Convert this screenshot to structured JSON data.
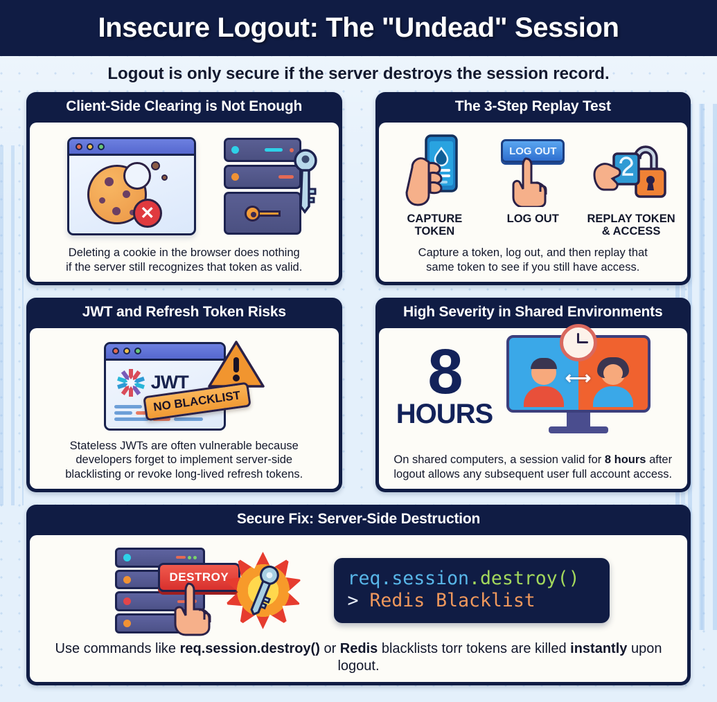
{
  "header": {
    "title": "Insecure Logout: The \"Undead\" Session",
    "subtitle": "Logout is only secure if the server destroys the session record.",
    "bar_color": "#101c44",
    "page_bg": "#e4f0fb"
  },
  "cards": [
    {
      "id": "client-side-clearing",
      "title": "Client-Side Clearing is Not Enough",
      "caption_line1": "Deleting a cookie in the browser does nothing",
      "caption_line2": "if the server still recognizes that token as valid.",
      "icons": [
        "browser-cookie-deleted-icon",
        "server-rack-keys-icon"
      ]
    },
    {
      "id": "replay-test",
      "title": "The 3-Step Replay Test",
      "caption_line1": "Capture a token, log out, and then replay that",
      "caption_line2": "same token to see if you still have access.",
      "steps": [
        {
          "label_line1": "CAPTURE",
          "label_line2": "TOKEN",
          "icon": "hand-holding-phone-icon"
        },
        {
          "label_line1": "LOG OUT",
          "label_line2": "",
          "icon": "logout-button-click-icon",
          "button_label": "LOG OUT"
        },
        {
          "label_line1": "REPLAY TOKEN",
          "label_line2": "& ACCESS",
          "icon": "hand-keycard-unlocked-padlock-icon"
        }
      ]
    },
    {
      "id": "jwt-refresh-risks",
      "title": "JWT and Refresh Token Risks",
      "jwt_label": "JWT",
      "badge_label": "NO BLACKLIST",
      "warning_glyph": "!",
      "caption_line1": "Stateless JWTs are often vulnerable because",
      "caption_line2": "developers forget to implement server-side",
      "caption_line3": "blacklisting or revoke long-lived refresh tokens."
    },
    {
      "id": "shared-environments",
      "title": "High Severity in Shared Environments",
      "stat_number": "8",
      "stat_unit": "HOURS",
      "caption_prefix": "On shared computers, a session valid for ",
      "caption_bold1": "8 hours",
      "caption_mid": " after logout allows any subsequent user full account access.",
      "icon": "monitor-two-users-clock-icon"
    },
    {
      "id": "secure-fix",
      "title": "Secure Fix: Server-Side Destruction",
      "destroy_button_label": "DESTROY",
      "code": {
        "line1_part1": "req.session",
        "line1_part2": ".destroy()",
        "line2_prompt": ">",
        "line2_text": "Redis Blacklist",
        "color_blue": "#58b6e8",
        "color_green": "#a3d85c",
        "color_orange": "#f0985c",
        "bg": "#101c44"
      },
      "caption_p1": "Use commands like ",
      "caption_b1": "req.session.destroy()",
      "caption_p2": " or ",
      "caption_b2": "Redis",
      "caption_p3": " blacklists torr tokens are killed ",
      "caption_b3": "instantly",
      "caption_p4": " upon logout."
    }
  ]
}
